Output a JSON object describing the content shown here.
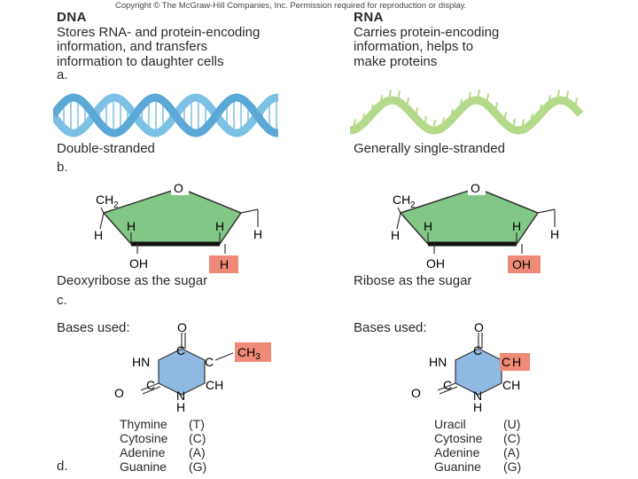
{
  "copyright": "Copyright © The McGraw-Hill Companies, Inc. Permission required for reproduction or display.",
  "dna": {
    "title": "DNA",
    "desc": [
      "Stores RNA- and protein-encoding",
      "information, and transfers",
      "information to daughter cells"
    ],
    "strand": "Double-stranded",
    "sugar_label": "Deoxyribose as the sugar",
    "sugar_group": "H",
    "bases_heading": "Bases used:",
    "pyrimidine": {
      "substituent": "CH3",
      "sub": "3",
      "atoms": {
        "o_top": "O",
        "hn": "HN",
        "c_top": "C",
        "c_right": "C",
        "o_left": "O",
        "c_left": "C",
        "ch": "CH",
        "n_bottom": "N",
        "h_bottom": "H"
      }
    },
    "bases": [
      {
        "name": "Thymine",
        "abbr": "(T)"
      },
      {
        "name": "Cytosine",
        "abbr": "(C)"
      },
      {
        "name": "Adenine",
        "abbr": "(A)"
      },
      {
        "name": "Guanine",
        "abbr": "(G)"
      }
    ]
  },
  "rna": {
    "title": "RNA",
    "desc": [
      "Carries protein-encoding",
      "information, helps to",
      "make proteins"
    ],
    "strand": "Generally single-stranded",
    "sugar_label": "Ribose as the sugar",
    "sugar_group": "OH",
    "bases_heading": "Bases used:",
    "pyrimidine": {
      "substituent": "H",
      "atoms": {
        "o_top": "O",
        "hn": "HN",
        "c_top": "C",
        "c_right": "C",
        "o_left": "O",
        "c_left": "C",
        "ch": "CH",
        "n_bottom": "N",
        "h_bottom": "H"
      }
    },
    "bases": [
      {
        "name": "Uracil",
        "abbr": "(U)"
      },
      {
        "name": "Cytosine",
        "abbr": "(C)"
      },
      {
        "name": "Adenine",
        "abbr": "(A)"
      },
      {
        "name": "Guanine",
        "abbr": "(G)"
      }
    ]
  },
  "sugar_atoms": {
    "o": "O",
    "ch2": "CH",
    "ch2_sub": "2",
    "h": "H",
    "oh": "OH"
  },
  "sections": {
    "a": "a.",
    "b": "b.",
    "c": "c.",
    "d": "d."
  },
  "colors": {
    "dna_helix": "#7cc0e4",
    "rna_helix": "#b5d98a",
    "sugar_fill": "#82c785",
    "base_fill": "#8fb8e3",
    "highlight": "#f08a78"
  }
}
